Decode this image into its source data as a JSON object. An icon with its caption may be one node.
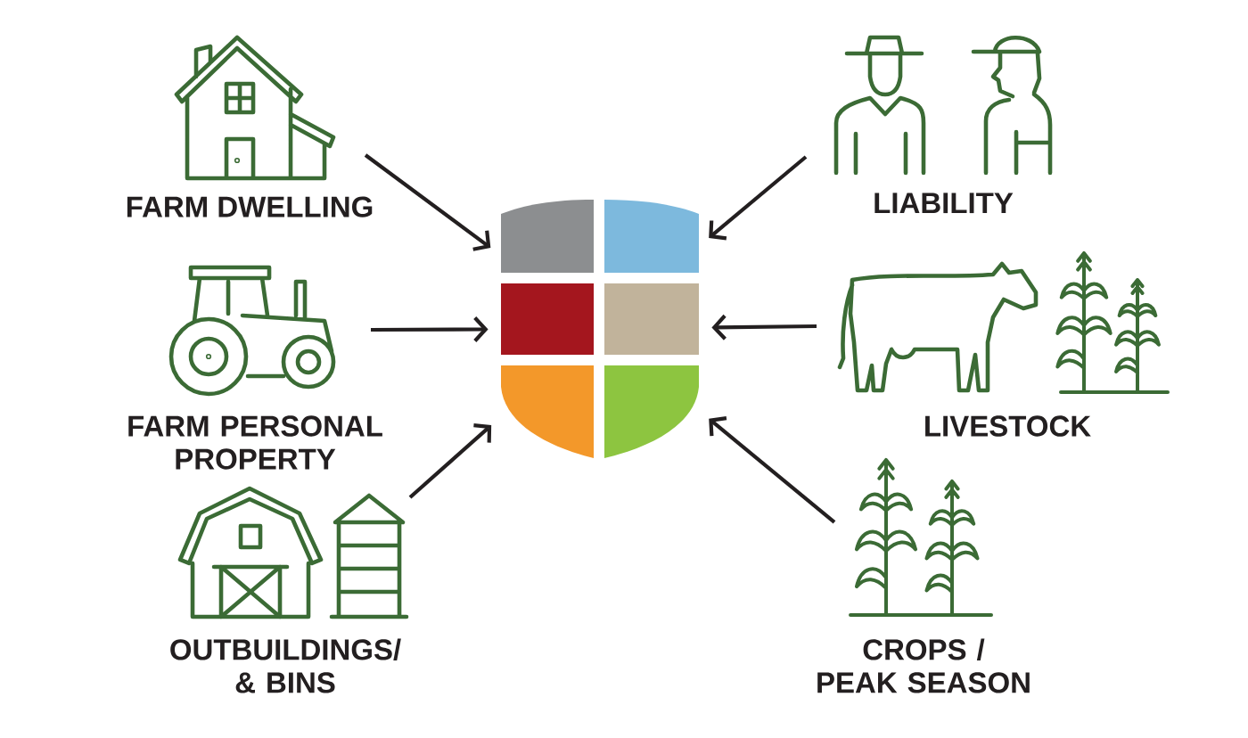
{
  "diagram": {
    "nodes": [
      {
        "text": [
          "FARM DWELLING"
        ]
      },
      {
        "text": [
          "LIABILITY"
        ]
      },
      {
        "text": [
          "FARM PERSONAL PROPERTY"
        ]
      },
      {
        "text": [],
        "shape": "shield"
      },
      {
        "text": [
          "LIVESTOCK"
        ]
      },
      {
        "text": [
          "OUTBUILDINGS/ & BINS"
        ]
      },
      {
        "text": [
          "CROPS / PEAK SEASON"
        ]
      }
    ],
    "edges": [
      {
        "from": 0,
        "to": 3,
        "arrow": "to"
      },
      {
        "from": 1,
        "to": 3,
        "arrow": "to"
      },
      {
        "from": 2,
        "to": 3,
        "arrow": "to"
      },
      {
        "from": 4,
        "to": 3,
        "arrow": "to"
      },
      {
        "from": 5,
        "to": 3,
        "arrow": "to"
      },
      {
        "from": 6,
        "to": 3,
        "arrow": "to"
      }
    ]
  }
}
